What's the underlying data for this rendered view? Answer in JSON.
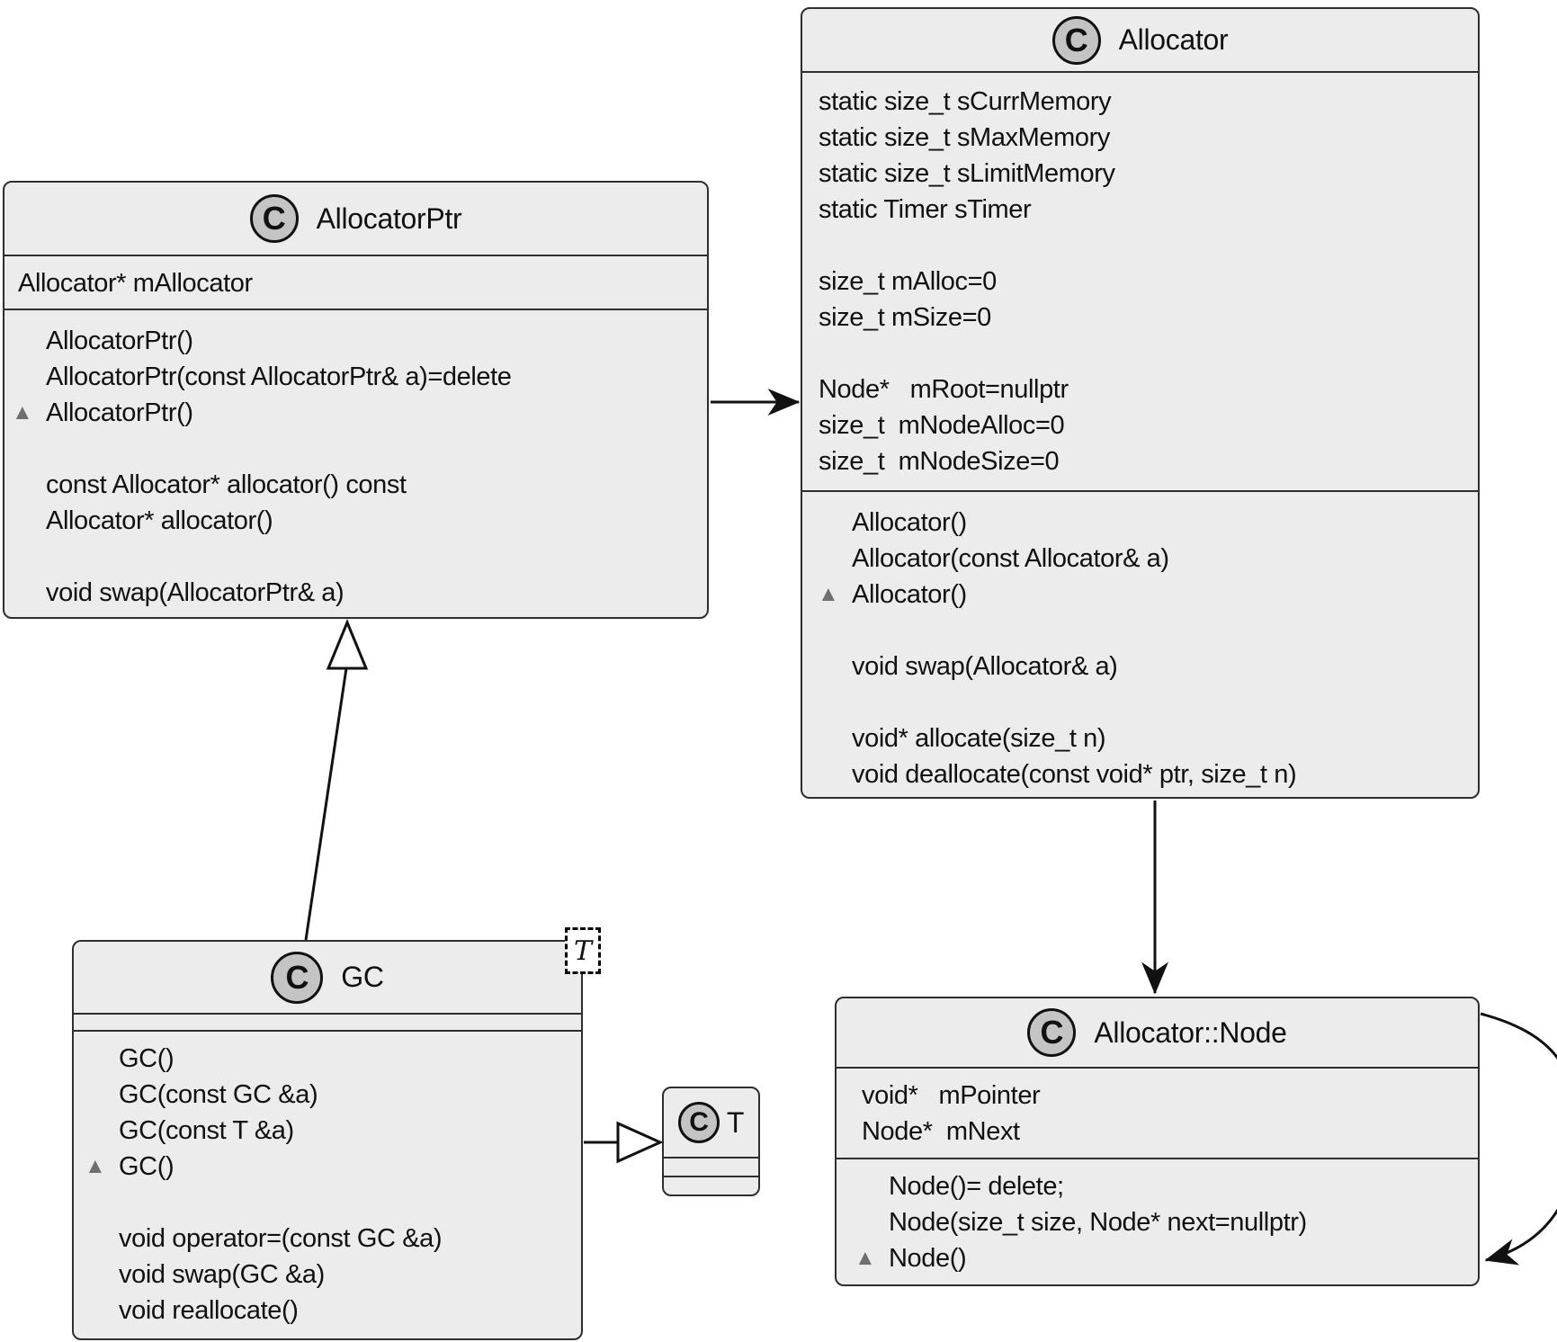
{
  "diagram": {
    "icon_letter": "C",
    "colors": {
      "box_fill": "#ececec",
      "icon_fill": "#c4c4c4",
      "line": "#111111",
      "background": "#ffffff",
      "destructor_marker": "#6f6f6f"
    },
    "classes": [
      {
        "name": "AllocatorPtr",
        "attributes": [
          "Allocator* mAllocator"
        ],
        "methods": [
          {
            "t": "AllocatorPtr()"
          },
          {
            "t": "AllocatorPtr(const AllocatorPtr& a)=delete"
          },
          {
            "t": "AllocatorPtr()",
            "d": true
          },
          {
            "t": ""
          },
          {
            "t": "const Allocator* allocator() const"
          },
          {
            "t": "Allocator* allocator()"
          },
          {
            "t": ""
          },
          {
            "t": "void swap(AllocatorPtr& a)"
          }
        ]
      },
      {
        "name": "Allocator",
        "attributes": [
          "static size_t sCurrMemory",
          "static size_t sMaxMemory",
          "static size_t sLimitMemory",
          "static Timer sTimer",
          "",
          "size_t mAlloc=0",
          "size_t mSize=0",
          "",
          "Node*   mRoot=nullptr",
          "size_t  mNodeAlloc=0",
          "size_t  mNodeSize=0"
        ],
        "methods": [
          {
            "t": "Allocator()"
          },
          {
            "t": "Allocator(const Allocator& a)"
          },
          {
            "t": "Allocator()",
            "d": true
          },
          {
            "t": ""
          },
          {
            "t": "void swap(Allocator& a)"
          },
          {
            "t": ""
          },
          {
            "t": "void* allocate(size_t n)"
          },
          {
            "t": "void deallocate(const void* ptr, size_t n)"
          }
        ]
      },
      {
        "name": "GC",
        "template_param": "T",
        "attributes": [],
        "methods": [
          {
            "t": "GC()"
          },
          {
            "t": "GC(const GC &a)"
          },
          {
            "t": "GC(const T &a)"
          },
          {
            "t": "GC()",
            "d": true
          },
          {
            "t": ""
          },
          {
            "t": "void operator=(const GC &a)"
          },
          {
            "t": "void swap(GC &a)"
          },
          {
            "t": "void reallocate()"
          }
        ]
      },
      {
        "name": "T",
        "attributes": [],
        "methods": []
      },
      {
        "name": "Allocator::Node",
        "attributes": [
          "void*   mPointer",
          "Node*  mNext"
        ],
        "methods": [
          {
            "t": "Node()= delete;"
          },
          {
            "t": "Node(size_t size, Node* next=nullptr)"
          },
          {
            "t": "Node()",
            "d": true
          }
        ]
      }
    ],
    "relations": [
      {
        "from": "AllocatorPtr",
        "to": "Allocator",
        "type": "directed-association"
      },
      {
        "from": "GC",
        "to": "AllocatorPtr",
        "type": "generalization"
      },
      {
        "from": "GC",
        "to": "T",
        "type": "generalization"
      },
      {
        "from": "Allocator",
        "to": "Allocator::Node",
        "type": "directed-association"
      },
      {
        "from": "Allocator::Node",
        "to": "Allocator::Node",
        "type": "self-association"
      }
    ]
  }
}
